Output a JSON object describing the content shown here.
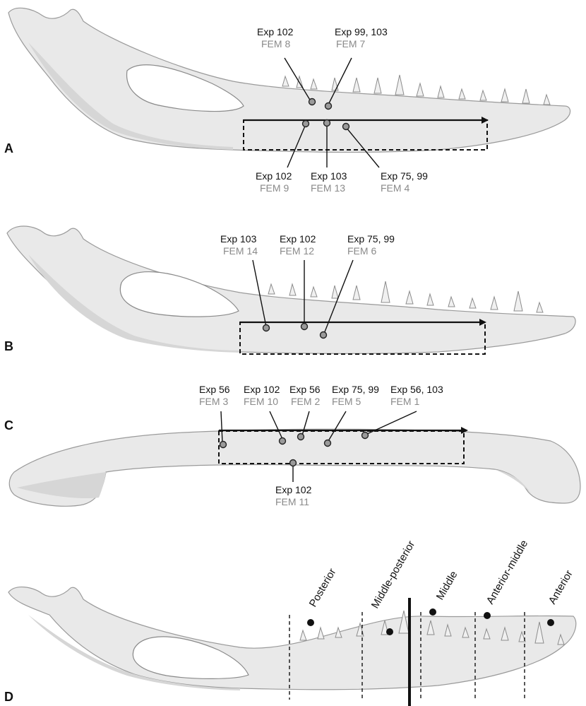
{
  "panels": {
    "A": {
      "letter": "A",
      "labels": [
        {
          "exp": "Exp 102",
          "fem": "FEM 8"
        },
        {
          "exp": "Exp 99, 103",
          "fem": "FEM 7"
        },
        {
          "exp": "Exp 102",
          "fem": "FEM 9"
        },
        {
          "exp": "Exp 103",
          "fem": "FEM 13"
        },
        {
          "exp": "Exp 75, 99",
          "fem": "FEM 4"
        }
      ]
    },
    "B": {
      "letter": "B",
      "labels": [
        {
          "exp": "Exp 103",
          "fem": "FEM 14"
        },
        {
          "exp": "Exp 102",
          "fem": "FEM 12"
        },
        {
          "exp": "Exp 75, 99",
          "fem": "FEM 6"
        }
      ]
    },
    "C": {
      "letter": "C",
      "labels": [
        {
          "exp": "Exp 56",
          "fem": "FEM 3"
        },
        {
          "exp": "Exp 102",
          "fem": "FEM 10"
        },
        {
          "exp": "Exp 56",
          "fem": "FEM 2"
        },
        {
          "exp": "Exp 75, 99",
          "fem": "FEM 5"
        },
        {
          "exp": "Exp 56, 103",
          "fem": "FEM 1"
        },
        {
          "exp": "Exp 102",
          "fem": "FEM 11"
        }
      ]
    },
    "D": {
      "letter": "D",
      "regions": [
        "Posterior",
        "Middle-posterior",
        "Middle",
        "Anterior-middle",
        "Anterior"
      ]
    }
  },
  "colors": {
    "exp_text": "#111111",
    "fem_text": "#8a8a8a",
    "bone": "#e9e9e9",
    "marker": "#9a9a9a"
  }
}
